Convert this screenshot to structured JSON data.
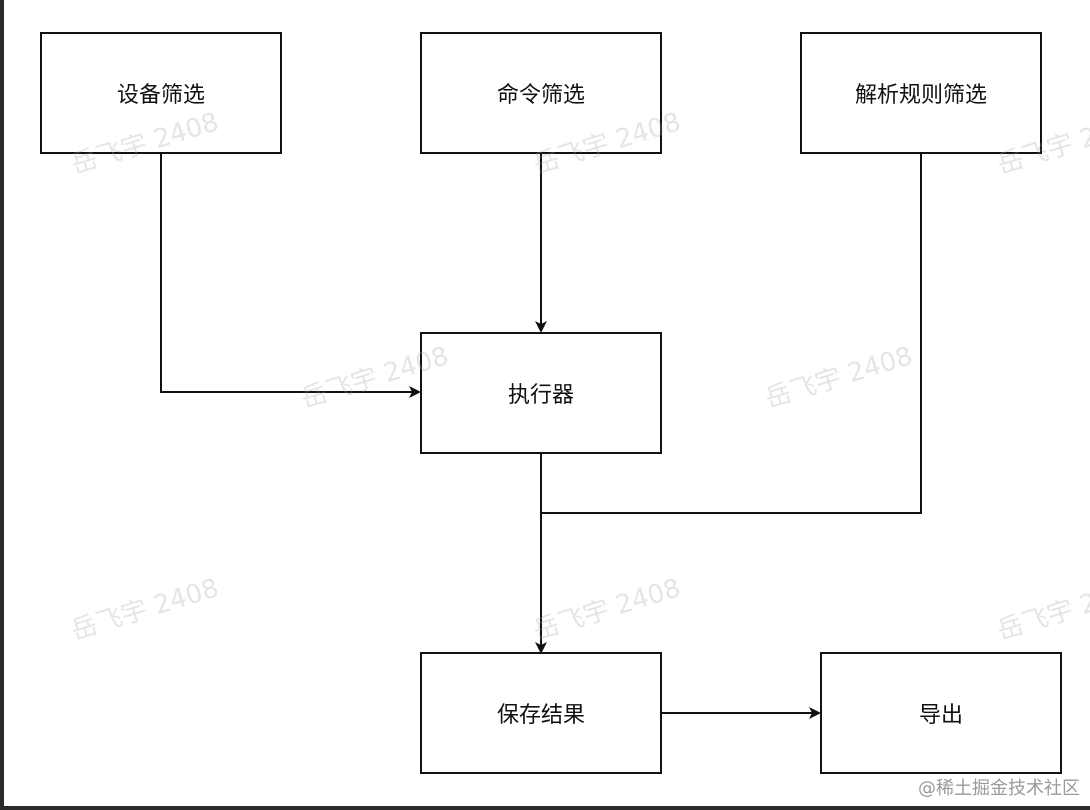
{
  "nodes": {
    "device_filter": "设备筛选",
    "command_filter": "命令筛选",
    "rule_filter": "解析规则筛选",
    "executor": "执行器",
    "save_result": "保存结果",
    "export": "导出"
  },
  "watermark": "岳飞宇 2408",
  "credit": "@稀土掘金技术社区",
  "colors": {
    "line": "#111111",
    "background": "#ffffff"
  }
}
